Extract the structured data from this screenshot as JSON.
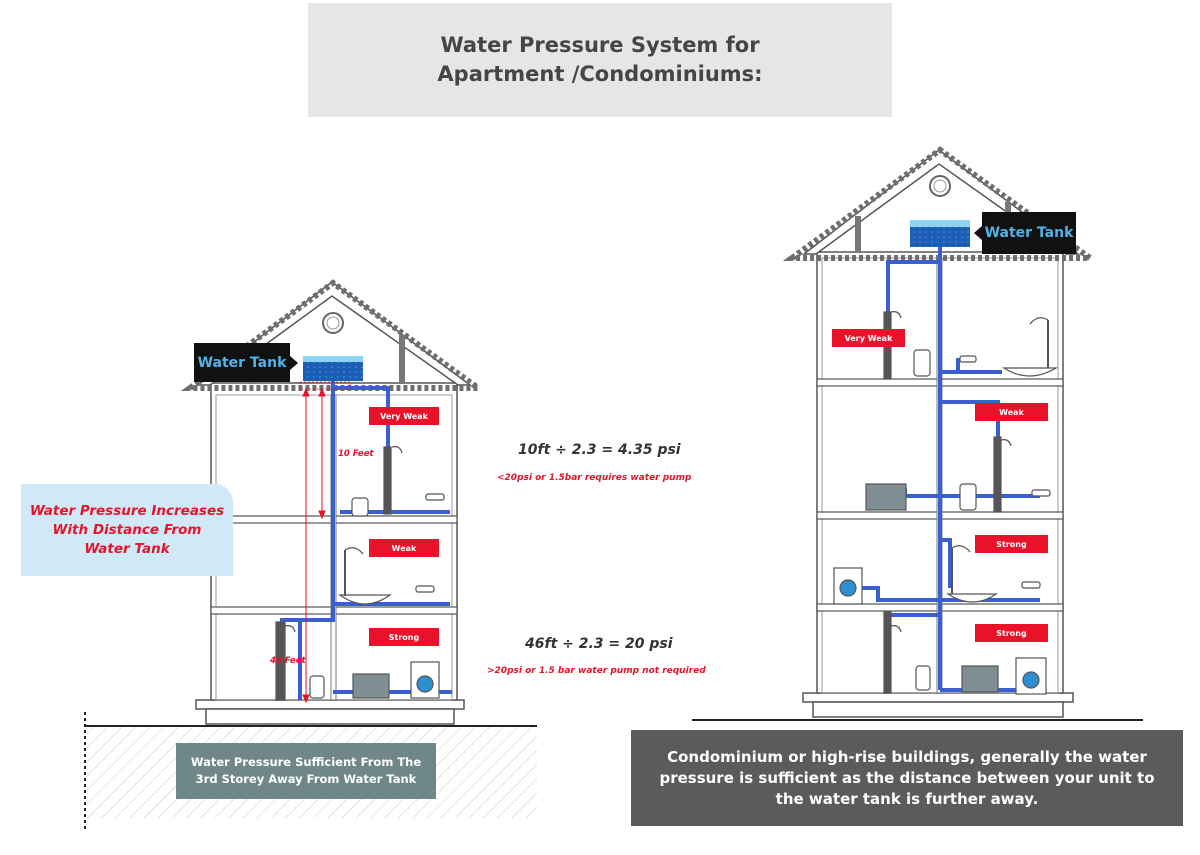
{
  "title": {
    "line1": "Water Pressure System for",
    "line2": "Apartment /Condominiums:"
  },
  "left_building": {
    "tank_label": "Water Tank",
    "pressure_labels": [
      "Very Weak",
      "Weak",
      "Strong"
    ],
    "distance_10": "10 Feet",
    "distance_40": "40 Feet"
  },
  "right_building": {
    "tank_label": "Water Tank",
    "pressure_labels": [
      "Very Weak",
      "Weak",
      "Strong",
      "Strong"
    ]
  },
  "formulas": {
    "f1": "10ft ÷ 2.3 = 4.35 psi",
    "f1_note": "<20psi or 1.5bar requires water pump",
    "f2": "46ft ÷ 2.3 = 20 psi",
    "f2_note": ">20psi or 1.5 bar water pump not required"
  },
  "increase_callout": {
    "line1": "Water Pressure Increases",
    "line2": "With Distance From",
    "line3": "Water Tank"
  },
  "sufficient_callout": {
    "line1": "Water Pressure Sufficient From The",
    "line2": "3rd Storey Away From Water Tank"
  },
  "condo_callout": {
    "line1": "Condominium or high-rise buildings, generally the water",
    "line2": "pressure is sufficient as the distance between your unit to",
    "line3": "the water tank is further away."
  },
  "colors": {
    "pipe": "#3a5fcf",
    "tank_water": "#1a5fb5",
    "tank_top": "#8fd3f2",
    "label_red": "#e8122a",
    "roof": "#6e6e6e"
  }
}
